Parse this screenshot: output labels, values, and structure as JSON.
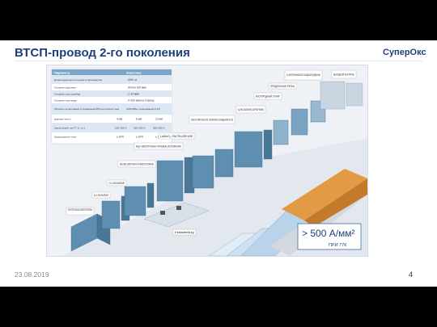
{
  "slide": {
    "title": "ВТСП-провод 2-го поколения",
    "logo": "СуперОкс",
    "date": "23.08.2019",
    "page_number": "4"
  },
  "spec_table": {
    "header": [
      "Параметр",
      "Значение"
    ],
    "rows": [
      [
        "Длина единичного отрезка в производстве",
        "600+ м"
      ],
      [
        "Толщина подложки",
        "60 или 100 мкм"
      ],
      [
        "Толщина слоя серебра",
        "1–10 мкм"
      ],
      [
        "Толщина слоя меди",
        "0–100 мкм на сторону"
      ],
      [
        "Прочность на растяжение (с сохранением 95% критического тока)",
        "1000 МПа / деформация 0,4%"
      ]
    ],
    "width_row": [
      "Ширина ленты",
      "4 мм",
      "6 мм",
      "12 мм"
    ],
    "current_row": [
      "Критический ток (77 К, с.п.)",
      "100–150 А",
      "150–300 А",
      "300–500 А"
    ],
    "uniformity_row": [
      "Однородность тока",
      "± 10%",
      "± 10%",
      "± 10%"
    ]
  },
  "process_labels": {
    "electropolishing": "ЭЛЕКТРОЛИТИЧЕСКАЯ ЭЛЕКТРОПОЛИРОВКА",
    "al2o3": "Al₂O₃ РАСПЫЛЕНИЕ",
    "y2o3": "Y₂O₃ РАСПЫЛЕНИЕ",
    "mgo_ibad": "MgO IBAD ЭЛЕКТРОННО-ЛУЧЕВОЕ ИСПАРЕНИЕ",
    "mgo": "MgO ЭЛЕКТРОННО-ЛУЧЕВОЕ ИСПАРЕНИЕ",
    "lamno3": "LaMnO₃ РАСПЫЛЕНИЕ",
    "gdbco": "GdBCO ИМПУЛЬСНОЕ ЛАЗЕРНОЕ ОСАЖДЕНИЕ (PLD)",
    "ag": "Ag РАСПЫЛЕНИЕ (СЕРЕБРЕНИЕ)",
    "o2_anneal": "КИСЛОРОДНЫЙ ОТЖИГ",
    "slitting": "ПРОДОЛЬНАЯ РЕЗКА",
    "cu_plating": "Cu ЭЛЕКТРОХИМИЧЕСКОЕ ОСАЖДЕНИЕ (МЕДНЕНИЕ)",
    "inspection": "ВЫХОДНОЙ КОНТРОЛЬ",
    "hastelloy": "Hastelloy"
  },
  "callout": {
    "value": "> 500 А/мм²",
    "condition": "ПРИ 77К"
  },
  "colors": {
    "title": "#1d3f7a",
    "machine": "#5f8fb0",
    "callout_border": "#3a6ea5",
    "tape_copper": "#e39a44"
  }
}
